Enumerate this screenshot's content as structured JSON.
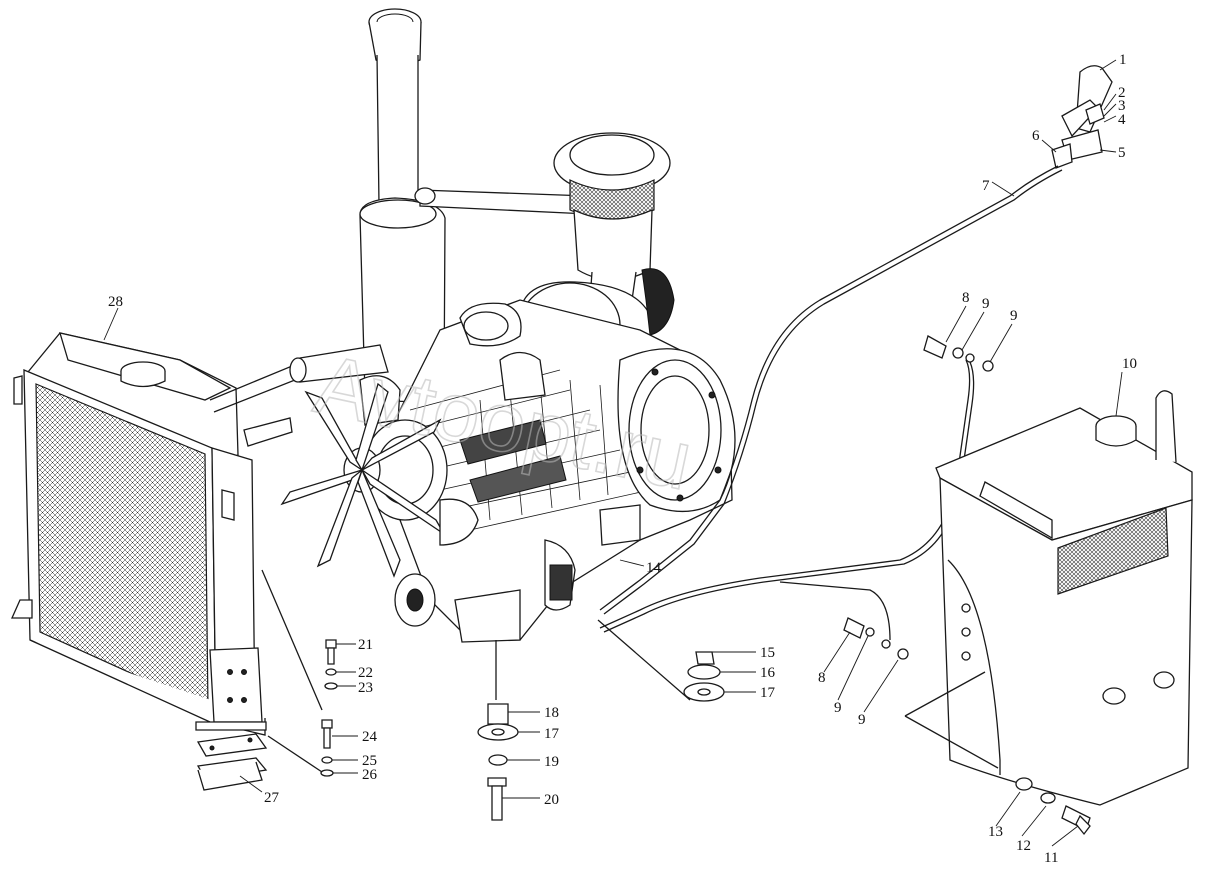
{
  "watermark": "Avtoopt.ru",
  "callouts": [
    {
      "id": "c1",
      "label": "1"
    },
    {
      "id": "c2",
      "label": "2"
    },
    {
      "id": "c3",
      "label": "3"
    },
    {
      "id": "c4",
      "label": "4"
    },
    {
      "id": "c5",
      "label": "5"
    },
    {
      "id": "c6",
      "label": "6"
    },
    {
      "id": "c7",
      "label": "7"
    },
    {
      "id": "c8a",
      "label": "8"
    },
    {
      "id": "c9a",
      "label": "9"
    },
    {
      "id": "c9b",
      "label": "9"
    },
    {
      "id": "c10",
      "label": "10"
    },
    {
      "id": "c8b",
      "label": "8"
    },
    {
      "id": "c9c",
      "label": "9"
    },
    {
      "id": "c9d",
      "label": "9"
    },
    {
      "id": "c11",
      "label": "11"
    },
    {
      "id": "c12",
      "label": "12"
    },
    {
      "id": "c13",
      "label": "13"
    },
    {
      "id": "c14",
      "label": "14"
    },
    {
      "id": "c15",
      "label": "15"
    },
    {
      "id": "c16",
      "label": "16"
    },
    {
      "id": "c17a",
      "label": "17"
    },
    {
      "id": "c17b",
      "label": "17"
    },
    {
      "id": "c18",
      "label": "18"
    },
    {
      "id": "c19",
      "label": "19"
    },
    {
      "id": "c20",
      "label": "20"
    },
    {
      "id": "c21",
      "label": "21"
    },
    {
      "id": "c22",
      "label": "22"
    },
    {
      "id": "c23",
      "label": "23"
    },
    {
      "id": "c24",
      "label": "24"
    },
    {
      "id": "c25",
      "label": "25"
    },
    {
      "id": "c26",
      "label": "26"
    },
    {
      "id": "c27",
      "label": "27"
    },
    {
      "id": "c28",
      "label": "28"
    }
  ]
}
